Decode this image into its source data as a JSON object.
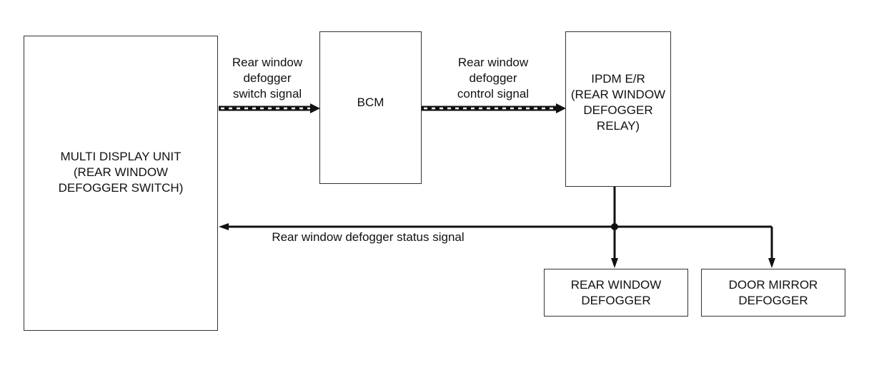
{
  "blocks": {
    "multi_display_unit": "MULTI DISPLAY UNIT\n(REAR WINDOW\nDEFOGGER SWITCH)",
    "bcm": "BCM",
    "ipdm": "IPDM E/R\n(REAR WINDOW\nDEFOGGER\nRELAY)",
    "rear_window_defogger": "REAR WINDOW\nDEFOGGER",
    "door_mirror_defogger": "DOOR MIRROR\nDEFOGGER"
  },
  "signals": {
    "switch_signal": "Rear window\ndefogger\nswitch signal",
    "control_signal": "Rear window\ndefogger\ncontrol signal",
    "status_signal": "Rear window defogger status signal"
  },
  "colors": {
    "line": "#111111",
    "dash_light": "#ffffff"
  }
}
